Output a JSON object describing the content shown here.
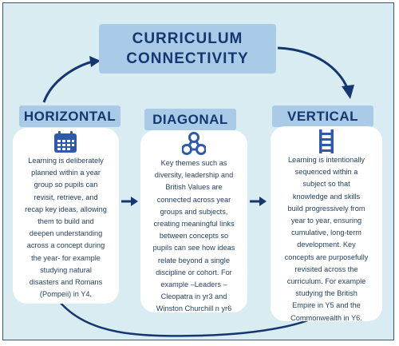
{
  "title": {
    "line1": "CURRICULUM",
    "line2": "CONNECTIVITY"
  },
  "colors": {
    "background": "#d8ecf2",
    "header": "#a9cbe8",
    "text_dark": "#15376f",
    "body_text": "#1f3d5a",
    "arrow": "#15376f",
    "card": "#ffffff"
  },
  "columns": [
    {
      "heading": "HORIZONTAL",
      "icon": "calendar-icon",
      "lines": [
        "Learning is deliberately",
        "planned within a year",
        "group so pupils can",
        "revisit, retrieve, and",
        "recap key ideas, allowing",
        "them to build and",
        "deepen understanding",
        "across a concept during",
        "the year- for example",
        "studying natural",
        "disasters and Romans",
        "(Pompeii) in Y4."
      ]
    },
    {
      "heading": "DIAGONAL",
      "icon": "network-icon",
      "lines": [
        "Key themes such as",
        "diversity, leadership and",
        "British Values are",
        "connected across year",
        "groups and subjects,",
        "creating meaningful links",
        "between concepts so",
        "pupils can see how ideas",
        "relate beyond a single",
        "discipline or cohort. For",
        "example –Leaders –",
        "Cleopatra in yr3 and",
        "Winston Churchill n yr6"
      ]
    },
    {
      "heading": "VERTICAL",
      "icon": "ladder-icon",
      "lines": [
        "Learning is intentionally",
        "sequenced within a",
        "subject so that",
        "knowledge and skills",
        "build progressively from",
        "year to year, ensuring",
        "cumulative, long-term",
        "development. Key",
        "concepts are purposefully",
        "revisited across the",
        "curriculum. For example",
        "studying the British",
        "Empire in Y5 and the",
        "Commonwealth in Y6."
      ]
    }
  ]
}
